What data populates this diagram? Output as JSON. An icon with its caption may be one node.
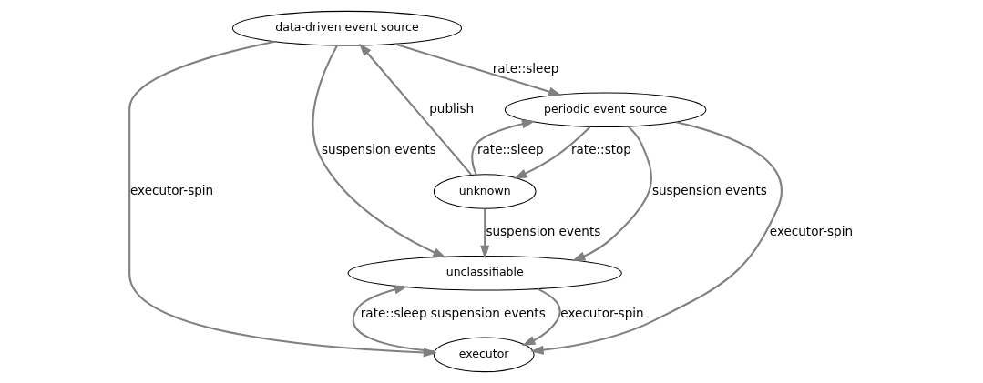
{
  "diagram": {
    "nodes": [
      {
        "text": [
          "data-driven event source"
        ]
      },
      {
        "text": [
          "unknown"
        ]
      },
      {
        "text": [
          "periodic event source"
        ]
      },
      {
        "text": [
          "executor"
        ]
      },
      {
        "text": [
          "unclassifiable"
        ]
      }
    ],
    "edges": [
      {
        "from": 0,
        "to": 4,
        "arrow": "to",
        "label": "suspension events"
      },
      {
        "from": 1,
        "to": 0,
        "arrow": "to",
        "label": "publish"
      },
      {
        "from": 0,
        "to": 3,
        "arrow": "to",
        "label": "executor-spin"
      },
      {
        "from": 0,
        "to": 2,
        "arrow": "to",
        "label": "rate::sleep"
      },
      {
        "from": 2,
        "to": 1,
        "arrow": "to",
        "label": "rate::stop"
      },
      {
        "from": 1,
        "to": 2,
        "arrow": "to",
        "label": "rate::sleep"
      },
      {
        "from": 2,
        "to": 3,
        "arrow": "to",
        "label": "executor-spin"
      },
      {
        "from": 1,
        "to": 4,
        "arrow": "to",
        "label": "suspension events"
      },
      {
        "from": 2,
        "to": 4,
        "arrow": "to",
        "label": "suspension events"
      },
      {
        "from": 4,
        "to": 3,
        "arrow": "to",
        "label": "executor-spin"
      },
      {
        "from": 3,
        "to": 4,
        "arrow": "to",
        "label": "rate::sleep suspension events"
      }
    ]
  }
}
